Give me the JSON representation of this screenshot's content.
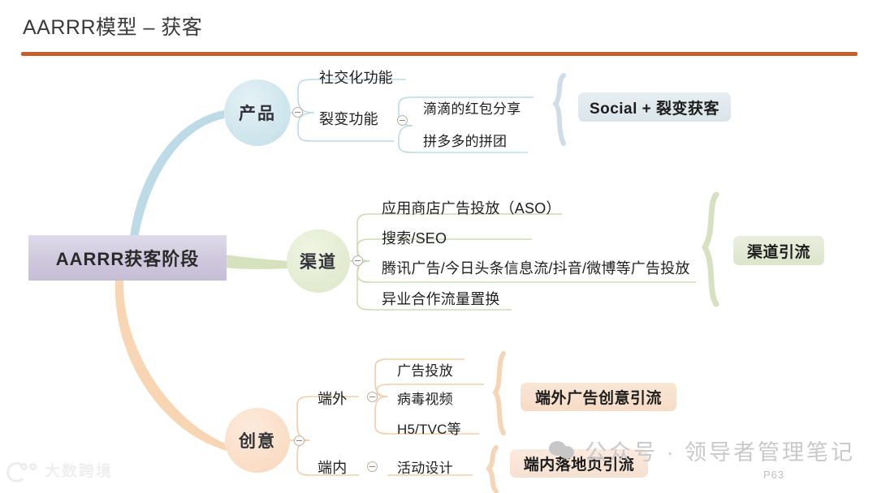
{
  "header": {
    "title": "AARRR模型 – 获客",
    "rule_color": "#c4612e"
  },
  "root": {
    "label": "AARRR获客阶段"
  },
  "branches": {
    "product": {
      "label": "产品",
      "color": "#c3dfe8",
      "children": [
        {
          "label": "社交化功能"
        },
        {
          "label": "裂变功能",
          "children": [
            {
              "label": "滴滴的红包分享"
            },
            {
              "label": "拼多多的拼团"
            }
          ]
        }
      ],
      "summary": "Social + 裂变获客",
      "summary_color": "#dae5ea"
    },
    "channel": {
      "label": "渠道",
      "color": "#dbe7c6",
      "children": [
        {
          "label": "应用商店广告投放（ASO）"
        },
        {
          "label": "搜索/SEO"
        },
        {
          "label": "腾讯广告/今日头条信息流/抖音/微博等广告投放"
        },
        {
          "label": "异业合作流量置换"
        }
      ],
      "summary": "渠道引流",
      "summary_color": "#dde5cc"
    },
    "creative": {
      "label": "创意",
      "color": "#f8d7ba",
      "children": [
        {
          "label": "端外",
          "children": [
            {
              "label": "广告投放"
            },
            {
              "label": "病毒视频"
            },
            {
              "label": "H5/TVC等"
            }
          ],
          "summary": "端外广告创意引流"
        },
        {
          "label": "端内",
          "children": [
            {
              "label": "活动设计"
            }
          ],
          "summary": "端内落地页引流"
        }
      ],
      "summary_color": "#f7dcc6"
    }
  },
  "watermark": {
    "account_text": "公众号 · 领导者管理笔记",
    "page_number": "P63",
    "brand_text": "大数跨境"
  }
}
